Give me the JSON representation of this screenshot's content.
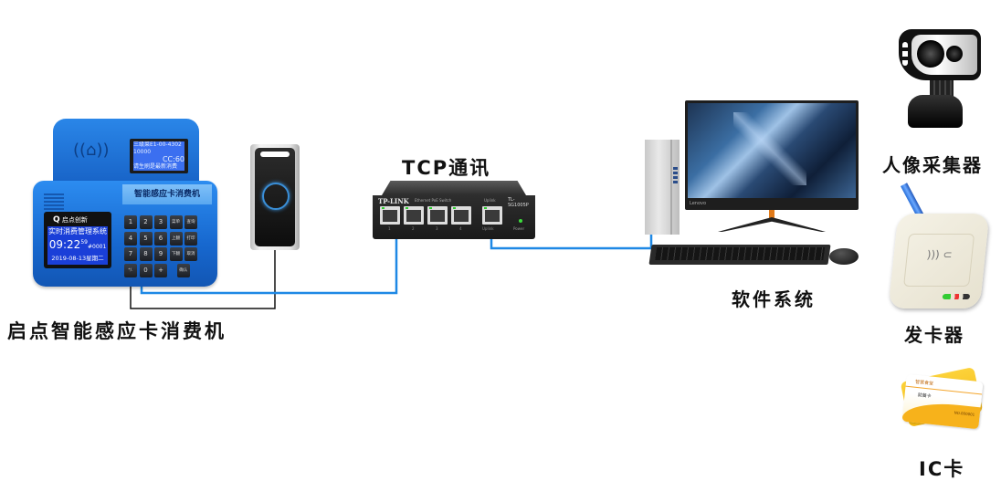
{
  "labels": {
    "consumer_machine": "启点智能感应卡消费机",
    "tcp": "TCP通讯",
    "software": "软件系统",
    "face_collector": "人像采集器",
    "card_issuer": "发卡器",
    "ic_card": "IC卡"
  },
  "consumer_machine": {
    "panel_title": "智能感应卡消费机",
    "brand": "启点创新",
    "main_screen": {
      "line1": "实时消费管理系统",
      "time": "09:22",
      "seconds": "59",
      "device_no": "#0001",
      "date": "2019-08-13星期二"
    },
    "customer_screen": {
      "line1": "三级菜E1-00-4302",
      "line2": "10000",
      "line3": "CC:60",
      "line4": "请生刷是最新消费"
    },
    "keys": [
      "1",
      "2",
      "3",
      "菜单",
      "查询",
      "4",
      "5",
      "6",
      "上翻",
      "打印",
      "7",
      "8",
      "9",
      "下翻",
      "取消",
      "*/.",
      "0",
      "+",
      "确认"
    ]
  },
  "switch": {
    "brand": "TP-LINK",
    "subtitle": "Ethernet PoE Switch",
    "model": "TL-SG1005P",
    "port_labels": [
      "1",
      "2",
      "3",
      "4"
    ],
    "uplink_label": "Uplink",
    "power_label": "Power"
  },
  "computer": {
    "monitor_brand": "Lenovo"
  },
  "ic_card": {
    "brand": "智慧食堂",
    "card_title": "就餐卡",
    "card_no": "NO.000001"
  },
  "colors": {
    "blue_line": "#1e88e5",
    "black_line": "#111111",
    "device_blue": "#1f6fd1",
    "screen_blue": "#1a3fd8",
    "card_yellow": "#f7c21b"
  }
}
